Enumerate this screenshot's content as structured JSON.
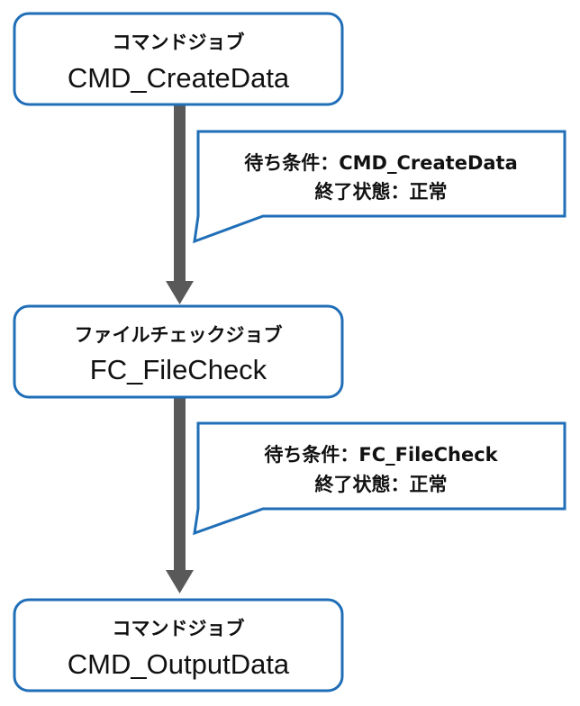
{
  "colors": {
    "box_border": "#1f6eb7",
    "arrow": "#595959",
    "text": "#111111"
  },
  "jobs": [
    {
      "type": "コマンドジョブ",
      "name": "CMD_CreateData"
    },
    {
      "type": "ファイルチェックジョブ",
      "name": "FC_FileCheck"
    },
    {
      "type": "コマンドジョブ",
      "name": "CMD_OutputData"
    }
  ],
  "conditions": [
    {
      "wait_label": "待ち条件：",
      "wait_value": "CMD_CreateData",
      "status_text": "終了状態：正常"
    },
    {
      "wait_label": "待ち条件：",
      "wait_value": "FC_FileCheck",
      "status_text": "終了状態：正常"
    }
  ]
}
